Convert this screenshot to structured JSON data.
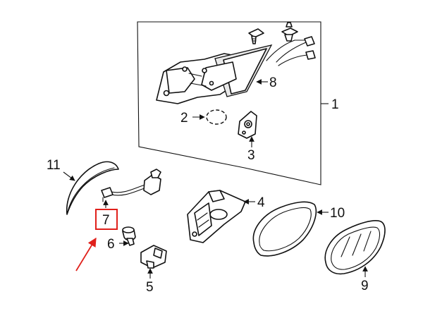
{
  "callouts": {
    "c1": "1",
    "c2": "2",
    "c3": "3",
    "c4": "4",
    "c5": "5",
    "c6": "6",
    "c7": "7",
    "c8": "8",
    "c9": "9",
    "c10": "10",
    "c11": "11"
  },
  "highlight_color": "#e0201b",
  "line_color": "#111111"
}
